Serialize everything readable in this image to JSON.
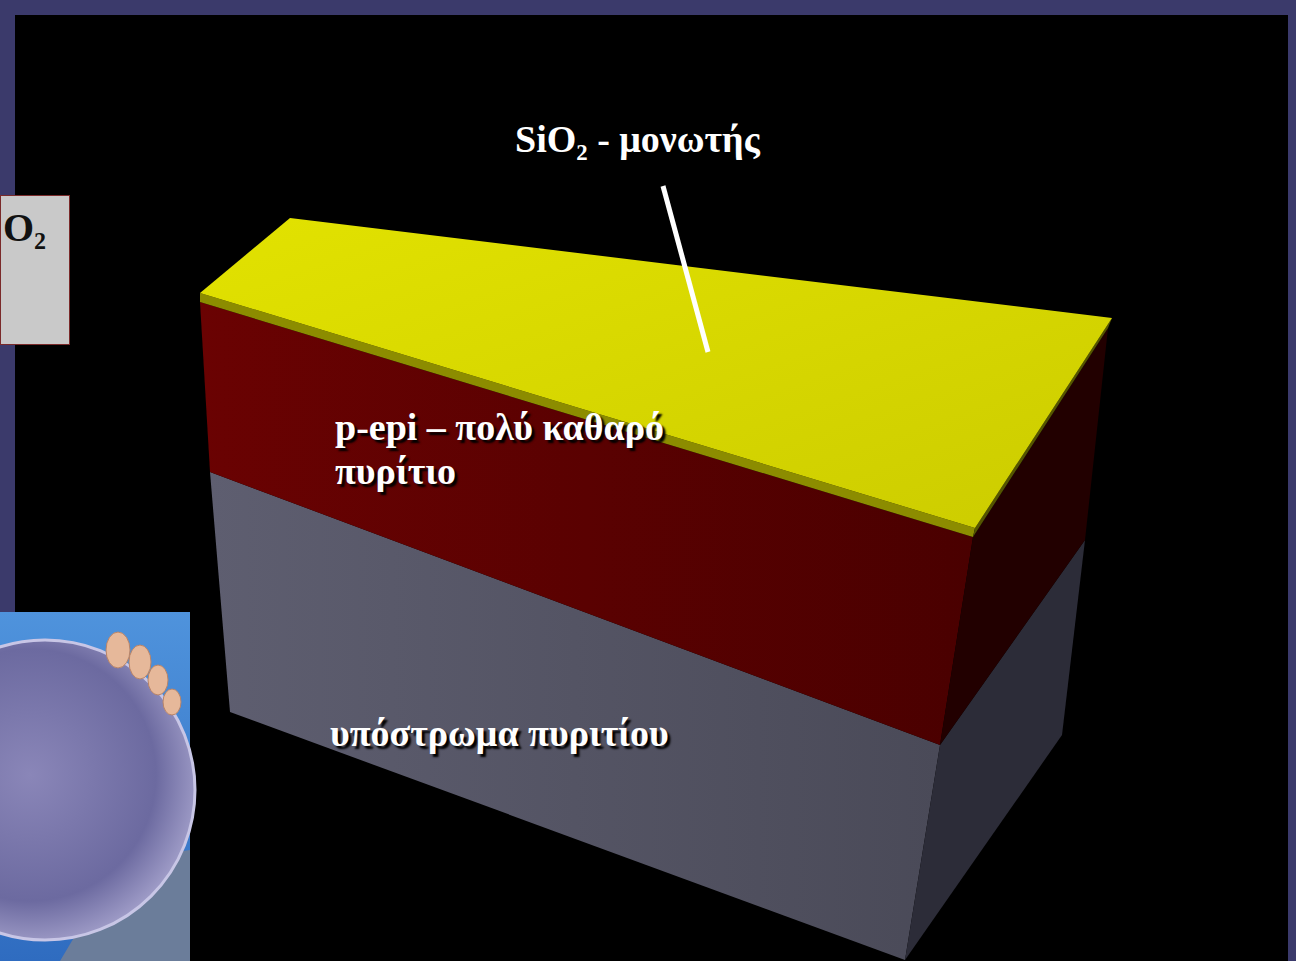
{
  "diagram": {
    "nodes": [
      {
        "text": [
          "O₂"
        ]
      }
    ],
    "labels": [
      "SiO₂ - μονωτής",
      "p-epi – πολύ καθαρό πυρίτιο",
      "υπόστρωμα πυριτίου"
    ]
  }
}
